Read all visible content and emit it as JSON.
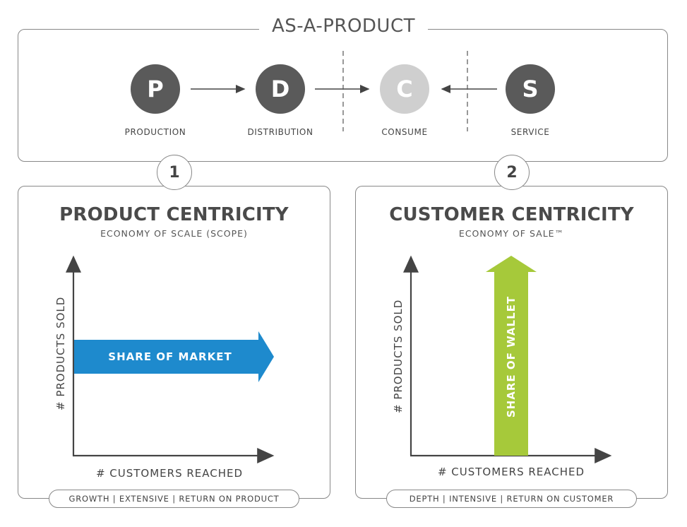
{
  "top": {
    "title": "AS-A-PRODUCT",
    "steps": [
      {
        "letter": "P",
        "label": "PRODUCTION"
      },
      {
        "letter": "D",
        "label": "DISTRIBUTION"
      },
      {
        "letter": "C",
        "label": "CONSUME"
      },
      {
        "letter": "S",
        "label": "SERVICE"
      }
    ]
  },
  "badges": [
    "1",
    "2"
  ],
  "left_panel": {
    "title": "PRODUCT CENTRICITY",
    "subtitle": "ECONOMY OF SCALE (SCOPE)",
    "arrow_label": "SHARE OF MARKET",
    "x_label": "# CUSTOMERS REACHED",
    "y_label": "# PRODUCTS SOLD",
    "footer": "GROWTH | EXTENSIVE | RETURN ON PRODUCT"
  },
  "right_panel": {
    "title": "CUSTOMER CENTRICITY",
    "subtitle": "ECONOMY OF SALE™",
    "arrow_label": "SHARE OF WALLET",
    "x_label": "# CUSTOMERS REACHED",
    "y_label": "# PRODUCTS SOLD",
    "footer": "DEPTH | INTENSIVE | RETURN ON CUSTOMER"
  },
  "colors": {
    "dark_circle": "#5a5a5a",
    "light_circle": "#cfcfcf",
    "market_arrow": "#1e8acd",
    "wallet_arrow": "#a6c93a",
    "axis": "#444444"
  }
}
